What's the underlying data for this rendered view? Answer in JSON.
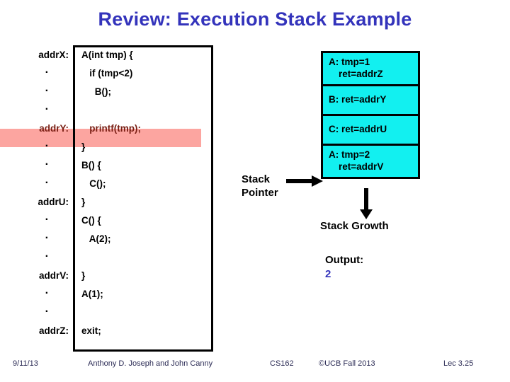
{
  "slide": {
    "title": "Review: Execution Stack Example",
    "title_color": "#3333bb",
    "background": "#ffffff"
  },
  "code_listing": {
    "box_border_color": "#000000",
    "highlight_color": "#fca5a0",
    "highlight_text_color": "#7a1f14",
    "rows": [
      {
        "addr": "addrX:",
        "code": "A(int tmp) {",
        "highlight": false
      },
      {
        "addr": "·",
        "code": "   if (tmp<2)",
        "highlight": false
      },
      {
        "addr": "·",
        "code": "     B();",
        "highlight": false
      },
      {
        "addr": "·",
        "code": "",
        "highlight": false
      },
      {
        "addr": "addrY:",
        "code": "   printf(tmp);",
        "highlight": true
      },
      {
        "addr": "·",
        "code": "}",
        "highlight": false
      },
      {
        "addr": "·",
        "code": "B() {",
        "highlight": false
      },
      {
        "addr": "·",
        "code": "   C();",
        "highlight": false
      },
      {
        "addr": "addrU:",
        "code": "}",
        "highlight": false
      },
      {
        "addr": "·",
        "code": "C() {",
        "highlight": false
      },
      {
        "addr": "·",
        "code": "   A(2);",
        "highlight": false
      },
      {
        "addr": "·",
        "code": "",
        "highlight": false
      },
      {
        "addr": "addrV:",
        "code": "}",
        "highlight": false
      },
      {
        "addr": "·",
        "code": "A(1);",
        "highlight": false
      },
      {
        "addr": "·",
        "code": "",
        "highlight": false
      },
      {
        "addr": "addrZ:",
        "code": "exit;",
        "highlight": false
      }
    ]
  },
  "stack": {
    "frame_fill": "#12f0f0",
    "frame_border": "#000000",
    "frames": [
      {
        "line1": "A: tmp=1",
        "line2": "ret=addrZ"
      },
      {
        "line1": "B: ret=addrY",
        "line2": ""
      },
      {
        "line1": "C: ret=addrU",
        "line2": ""
      },
      {
        "line1": "A: tmp=2",
        "line2": "ret=addrV"
      }
    ],
    "pointer_label_line1": "Stack",
    "pointer_label_line2": "Pointer",
    "growth_label": "Stack Growth"
  },
  "output": {
    "label": "Output:",
    "value": "2",
    "value_color": "#3333bb"
  },
  "footer": {
    "date": "9/11/13",
    "author": "Anthony D. Joseph and John Canny",
    "course": "CS162",
    "copyright": "©UCB Fall 2013",
    "lecture": "Lec 3.25"
  }
}
